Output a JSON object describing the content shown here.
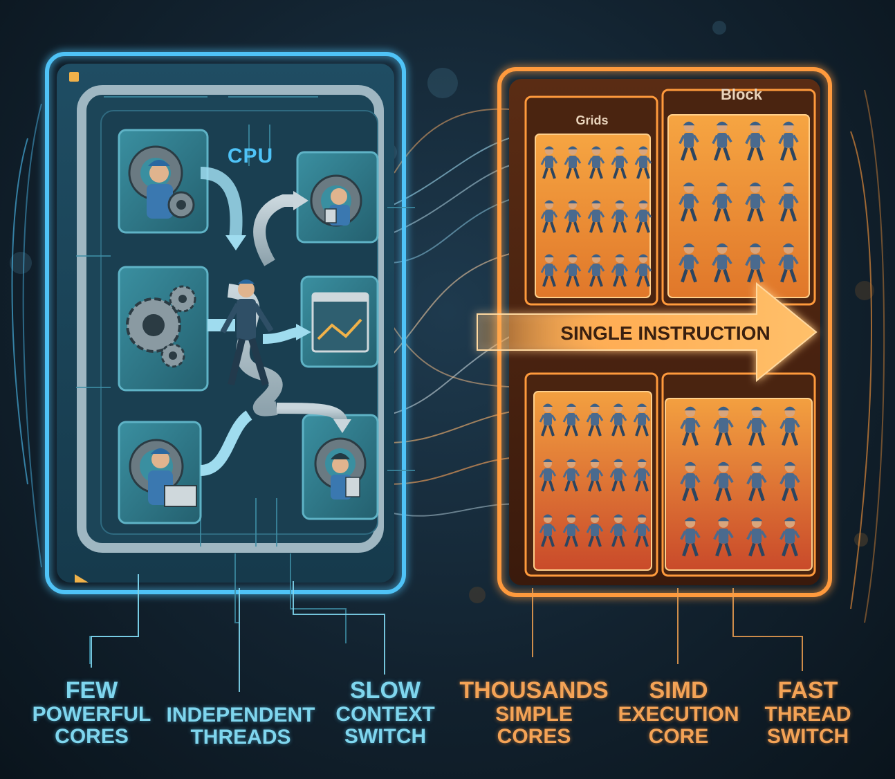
{
  "cpu": {
    "title": "CPU",
    "core_tiles": [
      {
        "id": "core-1",
        "icon": "worker-with-gear-icon"
      },
      {
        "id": "core-2",
        "icon": "worker-with-tablet-icon"
      },
      {
        "id": "core-3",
        "icon": "gears-icon"
      },
      {
        "id": "core-4",
        "icon": "browser-window-icon"
      },
      {
        "id": "core-5",
        "icon": "worker-with-laptop-icon"
      },
      {
        "id": "core-6",
        "icon": "worker-with-document-icon"
      }
    ]
  },
  "gpu": {
    "grids_label": "Grids",
    "block_label": "Block",
    "instruction_label": "SINGLE INSTRUCTION"
  },
  "labels": [
    {
      "id": "few-powerful-cores",
      "line1": "FEW",
      "line2": "POWERFUL",
      "line3": "CORES",
      "side": "cpu"
    },
    {
      "id": "independent-threads",
      "line1": "INDEPENDENT",
      "line2": "THREADS",
      "side": "cpu"
    },
    {
      "id": "slow-context-switch",
      "line1": "SLOW",
      "line2": "CONTEXT",
      "line3": "SWITCH",
      "side": "cpu"
    },
    {
      "id": "thousands-simple-cores",
      "line1": "THOUSANDS",
      "line2": "SIMPLE",
      "line3": "CORES",
      "side": "gpu"
    },
    {
      "id": "simd-execution-core",
      "line1": "SIMD",
      "line2": "EXECUTION",
      "line3": "CORE",
      "side": "gpu"
    },
    {
      "id": "fast-thread-switch",
      "line1": "FAST",
      "line2": "THREAD",
      "line3": "SWITCH",
      "side": "gpu"
    }
  ],
  "colors": {
    "cpu_accent": "#4fc3f7",
    "gpu_accent": "#ff9a3c",
    "cpu_label": "#7fd6ee",
    "gpu_label": "#f4a356"
  }
}
